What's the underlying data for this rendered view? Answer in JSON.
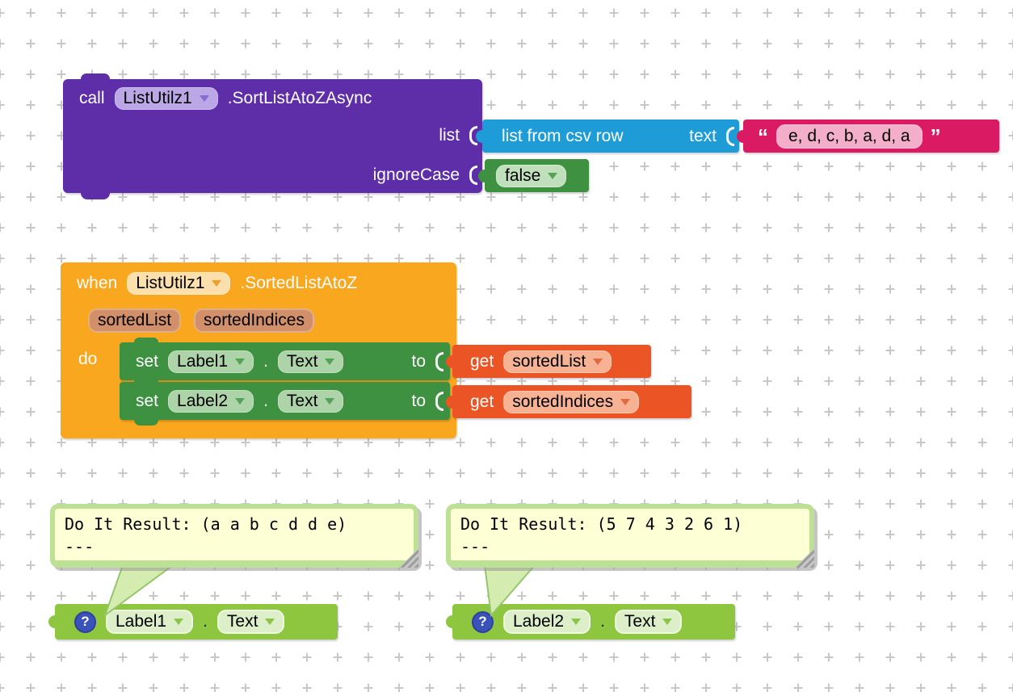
{
  "colors": {
    "method_purple": "#5D2EA8",
    "list_blue": "#1E9CD8",
    "text_pink": "#DA1B63",
    "logic_green": "#3D9140",
    "event_orange": "#F9A71F",
    "variable_red": "#EB5424",
    "component_green": "#8EC640",
    "bubble_yellow": "#FDFFD4",
    "bubble_border": "#BCE194",
    "help_blue": "#3A53B8",
    "grid": "#c8c8c8"
  },
  "call_block": {
    "keyword": "call",
    "component": "ListUtilz1",
    "method": ".SortListAtoZAsync",
    "param_list": "list",
    "param_ignore_case": "ignoreCase"
  },
  "csv_block": {
    "label": "list from csv row",
    "arg_label": "text"
  },
  "string_block": {
    "open_quote": "“",
    "value": "e, d, c, b, a, d, a",
    "close_quote": "”"
  },
  "false_block": {
    "value": "false"
  },
  "when_block": {
    "keyword": "when",
    "component": "ListUtilz1",
    "event": ".SortedListAtoZ",
    "params": [
      "sortedList",
      "sortedIndices"
    ],
    "do_label": "do"
  },
  "set_blocks": [
    {
      "keyword": "set",
      "component": "Label1",
      "dot": ".",
      "property": "Text",
      "to_label": "to"
    },
    {
      "keyword": "set",
      "component": "Label2",
      "dot": ".",
      "property": "Text",
      "to_label": "to"
    }
  ],
  "get_blocks": [
    {
      "keyword": "get",
      "variable": "sortedList"
    },
    {
      "keyword": "get",
      "variable": "sortedIndices"
    }
  ],
  "result_bubbles": [
    {
      "line1": "Do It Result: (a a b c d d e)",
      "line2": "---"
    },
    {
      "line1": "Do It Result: (5 7 4 3 2 6 1)",
      "line2": "---"
    }
  ],
  "getter_blocks": [
    {
      "help": "?",
      "component": "Label1",
      "dot": ".",
      "property": "Text"
    },
    {
      "help": "?",
      "component": "Label2",
      "dot": ".",
      "property": "Text"
    }
  ]
}
